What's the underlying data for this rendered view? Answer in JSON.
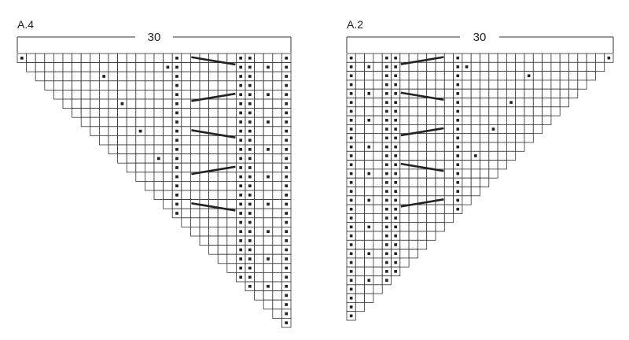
{
  "charts": [
    {
      "label": "A.4",
      "width_label": "30",
      "orientation": "narrow-right",
      "columns": 30,
      "rows": 30,
      "marked": [],
      "cables": []
    },
    {
      "label": "A.2",
      "width_label": "30",
      "orientation": "narrow-left",
      "columns": 30,
      "rows": 30,
      "marked": [],
      "cables": []
    }
  ],
  "colors": {
    "grid": "#333333",
    "mark": "#222222",
    "cable": "#222222",
    "background": "#ffffff"
  }
}
